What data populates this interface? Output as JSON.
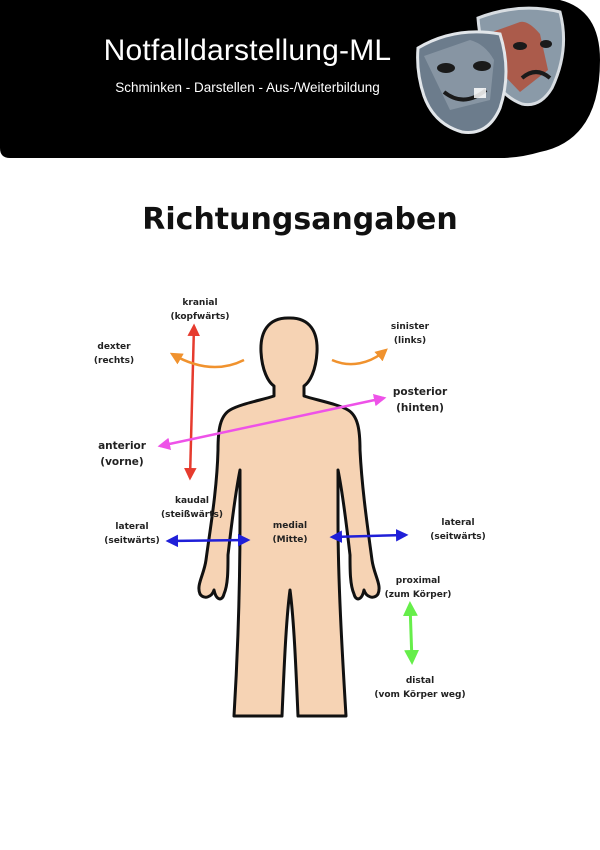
{
  "header": {
    "brand": "Notfalldarstellung-ML",
    "tagline": "Schminken - Darstellen - Aus-/Weiterbildung",
    "logo_icon": "theater-masks-icon",
    "background": "#000000"
  },
  "title": "Richtungsangaben",
  "labels": {
    "kranial": {
      "term": "kranial",
      "meaning": "(kopfwärts)"
    },
    "kaudal": {
      "term": "kaudal",
      "meaning": "(steißwärts)"
    },
    "dexter": {
      "term": "dexter",
      "meaning": "(rechts)"
    },
    "sinister": {
      "term": "sinister",
      "meaning": "(links)"
    },
    "posterior": {
      "term": "posterior",
      "meaning": "(hinten)"
    },
    "anterior": {
      "term": "anterior",
      "meaning": "(vorne)"
    },
    "lateral_left": {
      "term": "lateral",
      "meaning": "(seitwärts)"
    },
    "lateral_right": {
      "term": "lateral",
      "meaning": "(seitwärts)"
    },
    "medial": {
      "term": "medial",
      "meaning": "(Mitte)"
    },
    "proximal": {
      "term": "proximal",
      "meaning": "(zum Körper)"
    },
    "distal": {
      "term": "distal",
      "meaning": "(vom Körper weg)"
    }
  },
  "colors": {
    "body": "#f6d3b4",
    "cranial_caudal": "#e63b2e",
    "dexter_sinister": "#f0922e",
    "anterior_posterior": "#ee52e8",
    "lateral_medial": "#1f1fd8",
    "proximal_distal": "#66ee4a"
  }
}
